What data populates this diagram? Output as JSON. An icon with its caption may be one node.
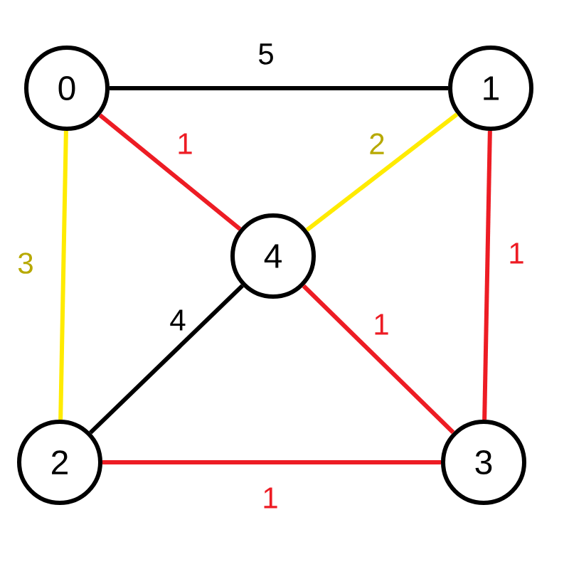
{
  "diagram": {
    "nodes": [
      {
        "text": [
          "0"
        ]
      },
      {
        "text": [
          "1"
        ]
      },
      {
        "text": [
          "4"
        ]
      },
      {
        "text": [
          "2"
        ]
      },
      {
        "text": [
          "3"
        ]
      }
    ],
    "edges": [
      {
        "from": 0,
        "to": 1,
        "arrow": "none",
        "label": "5",
        "color": "#000000"
      },
      {
        "from": 0,
        "to": 2,
        "arrow": "none",
        "label": "1",
        "color": "#ed1c24"
      },
      {
        "from": 1,
        "to": 2,
        "arrow": "none",
        "label": "2",
        "color": "#ffeb00"
      },
      {
        "from": 0,
        "to": 3,
        "arrow": "none",
        "label": "3",
        "color": "#ffeb00"
      },
      {
        "from": 2,
        "to": 3,
        "arrow": "none",
        "label": "4",
        "color": "#000000"
      },
      {
        "from": 1,
        "to": 4,
        "arrow": "none",
        "label": "1",
        "color": "#ed1c24"
      },
      {
        "from": 2,
        "to": 4,
        "arrow": "none",
        "label": "1",
        "color": "#ed1c24"
      },
      {
        "from": 3,
        "to": 4,
        "arrow": "none",
        "label": "1",
        "color": "#ed1c24"
      }
    ]
  }
}
